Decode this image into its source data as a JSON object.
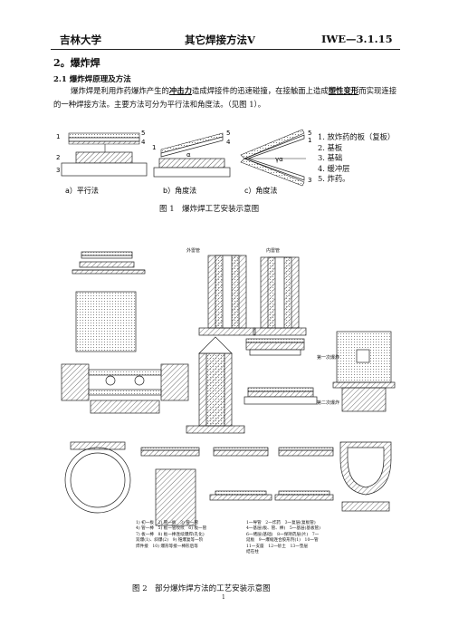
{
  "header": {
    "school": "吉林大学",
    "course": "其它焊接方法Ⅴ",
    "code": "IWE—3.1.15"
  },
  "section": {
    "title": "2。爆炸焊",
    "sub_title": "2.1 爆炸焊原理及方法",
    "para_before": "爆炸焊是利用炸药爆炸产生的",
    "term1": "冲击力",
    "para_mid": "造成焊接件的迅速碰撞，在接触面上造成",
    "term2": "塑性变形",
    "para_after": "而实现连接的一种焊接方法。主要方法可分为平行法和角度法。（见图 1）。"
  },
  "figure1": {
    "labels": {
      "a": "a）平行法",
      "b": "b）角度法",
      "c": "c）角度法"
    },
    "alpha": "α",
    "gamma": "γα",
    "legend": [
      "1. 放炸药的板（复板）",
      "2. 基板",
      "3. 基础",
      "4. 缓冲层",
      "5. 炸药。"
    ],
    "numbers": [
      "1",
      "2",
      "3",
      "4",
      "5"
    ],
    "caption": "图 1　爆炸焊工艺安装示意图"
  },
  "figure2": {
    "caption": "图 2　部分爆炸焊方法的工艺安装示意图",
    "tag_outer": "外雷管",
    "tag_inner": "内雷管",
    "tag_first": "第一次爆炸",
    "tag_second": "第二次爆炸",
    "notes_left": [
      "1) 初一板　2) 管一板　3) 管一管",
      "4) 管一棒　5) 板一管纹纹　6) 板一管",
      "7) 板一棒　8) 板一棒连续爆焊(孔化)",
      "双爆(1)、斜爆(2)　9) 锥爆复等一阶",
      "焊件接　10) 爆形等接一棒形后等"
    ],
    "notes_right": [
      "1一导管　2一炸药　3一复层(复板管)",
      "4一基层(板、管、棒)　5一基层(基板管)",
      "6一堵层(基础)　8一保持药层(片)　7一",
      "延板　9一爆缩连合胶形剂(1)　10一管",
      "11一支座　12一砂土　13一垫层",
      "结在柱"
    ],
    "page_number": "1"
  }
}
